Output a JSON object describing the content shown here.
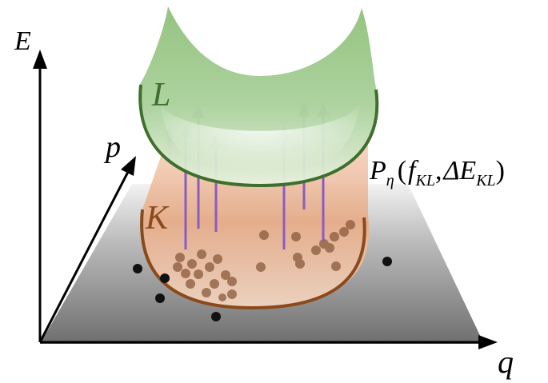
{
  "axes": {
    "energy": "E",
    "momentum_p": "p",
    "momentum_q": "q"
  },
  "bands": {
    "upper": {
      "label": "L",
      "color": "#3f6f2c",
      "fill": "#8fc079"
    },
    "lower": {
      "label": "K",
      "color": "#8a4a1c",
      "fill": "#e0a07a"
    }
  },
  "transition": {
    "symbol": "P",
    "subscript": "η",
    "arg1": "f",
    "arg1_sub": "KL",
    "arg2": "ΔE",
    "arg2_sub": "KL",
    "arrow_color": "#8a5cc0",
    "arrow_head_color": "#9a9a9a"
  },
  "plane_color": "#7a7a7a",
  "dot_color": "#111111"
}
